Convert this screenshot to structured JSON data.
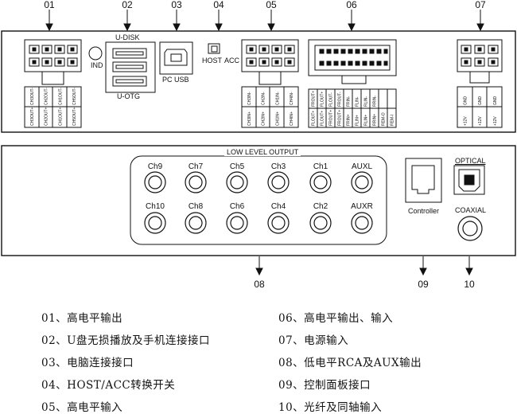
{
  "top_callouts": [
    "01",
    "02",
    "03",
    "04",
    "05",
    "06",
    "07"
  ],
  "bottom_callouts": [
    "08",
    "09",
    "10"
  ],
  "panel_top": {
    "usb_top_label": "U-DISK",
    "usb_bottom_label": "U-OTG",
    "ind_label": "IND",
    "pc_usb_label": "PC USB",
    "host_label": "HOST",
    "acc_label": "ACC",
    "c01_pins_top": [
      "CH3OUT-",
      "CH2OUT-",
      "CH1OUT-",
      "CH5OUT-"
    ],
    "c01_pins_bottom": [
      "CH3OUT+",
      "CH2OUT+",
      "CH1OUT+",
      "CH5OUT+"
    ],
    "c05_pins_top": [
      "CH3IN-",
      "CH2IN-",
      "CH1IN-",
      "CH4IN-"
    ],
    "c05_pins_bottom": [
      "CH3IN+",
      "CH2IN+",
      "CH1IN+",
      "CH4IN+"
    ],
    "c06_pins_top": [
      "FROUT+",
      "FLOUT+",
      "FLOUT-",
      "FROUT-",
      "FRIN-",
      "FLIN-",
      "RLIN-",
      "RRIN-"
    ],
    "c06_pins_bottom": [
      "FLOUT+",
      "FLOUT+",
      "FROUT+",
      "FROUT+",
      "FRIN+",
      "FLIN+",
      "RLIN+",
      "RRIN+",
      "REM-O",
      "REM-I"
    ],
    "c07_pins_top": [
      "GND",
      "GND",
      "GND"
    ],
    "c07_pins_bottom": [
      "+12V",
      "+12V",
      "+12V"
    ]
  },
  "panel_bottom": {
    "low_level_title": "LOW LEVEL OUTPUT",
    "row1": [
      "Ch9",
      "Ch7",
      "Ch5",
      "Ch3",
      "Ch1",
      "AUXL"
    ],
    "row2": [
      "Ch10",
      "Ch8",
      "Ch6",
      "Ch4",
      "Ch2",
      "AUXR"
    ],
    "controller_label": "Controller",
    "optical_label": "OPTICAL",
    "coaxial_label": "COAXIAL"
  },
  "legend_left": [
    "01、高电平输出",
    "02、U盘无损播放及手机连接接口",
    "03、电脑连接接口",
    "04、HOST/ACC转换开关",
    "05、高电平输入"
  ],
  "legend_right": [
    "06、高电平输出、输入",
    "07、电源输入",
    "08、低电平RCA及AUX输出",
    "09、控制面板接口",
    "10、光纤及同轴输入"
  ]
}
